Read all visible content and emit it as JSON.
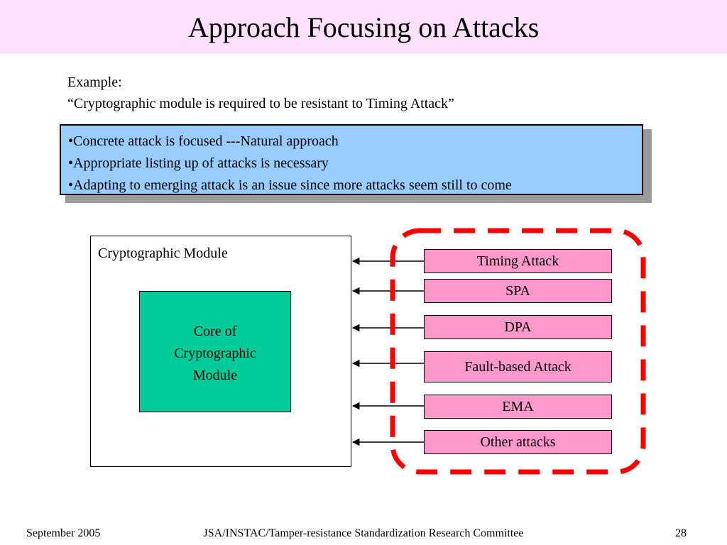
{
  "slide": {
    "title": "Approach Focusing on Attacks",
    "example_label": "Example:",
    "example_quote": "“Cryptographic module is required to be resistant to Timing Attack”",
    "notes": [
      "•Concrete attack is focused ---Natural approach",
      "•Appropriate listing up of attacks is necessary",
      "•Adapting to emerging attack is an issue since more attacks seem still to come"
    ]
  },
  "diagram": {
    "module_label": "Cryptographic Module",
    "core_lines": [
      "Core of",
      "Cryptographic",
      "Module"
    ],
    "attacks": [
      "Timing Attack",
      "SPA",
      "DPA",
      "Fault-based Attack",
      "EMA",
      "Other attacks"
    ]
  },
  "footer": {
    "date": "September 2005",
    "organization": "JSA/INSTAC/Tamper-resistance Standardization Research Committee",
    "page_number": "28"
  },
  "colors": {
    "title_background": "#ffe0ff",
    "note_background": "#99ccff",
    "core_fill": "#00cc99",
    "attack_fill": "#ff99cc",
    "dashed_outline": "#ff0000"
  }
}
